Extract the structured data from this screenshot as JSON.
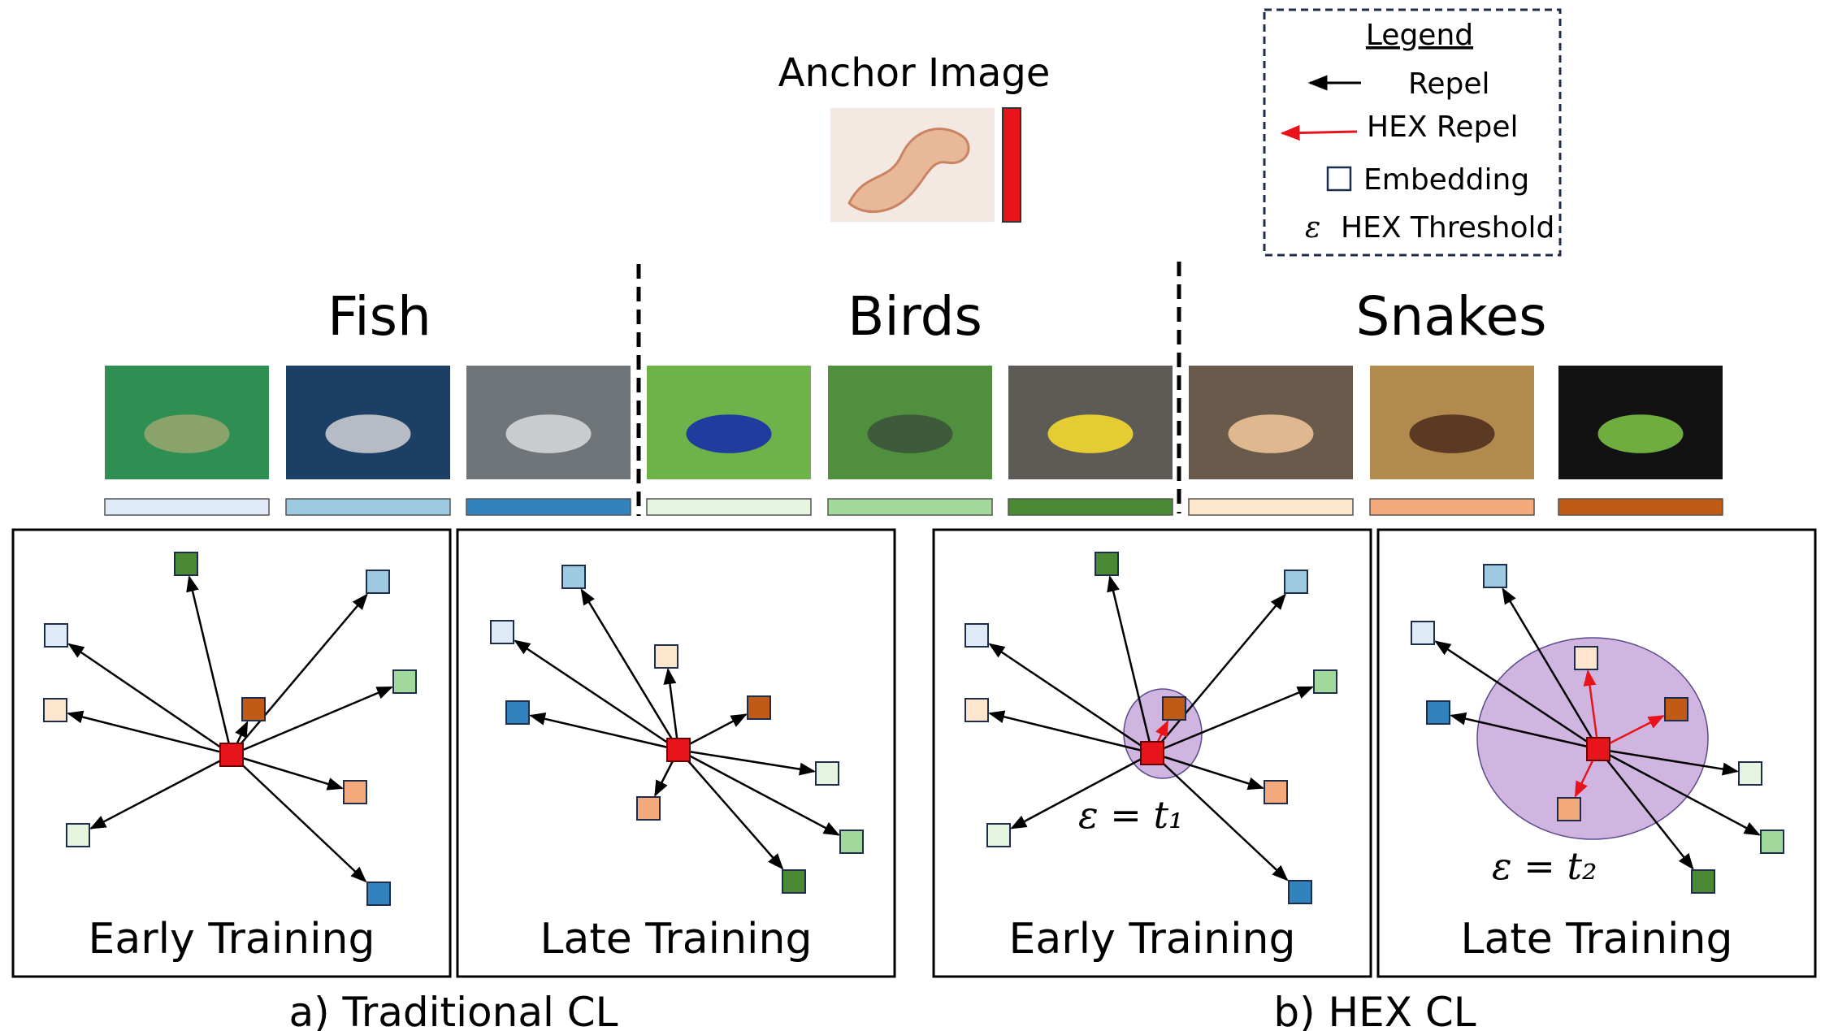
{
  "anchor": {
    "label": "Anchor Image",
    "thumb_colors": [
      "#f3e9e2",
      "#e8b898",
      "#c98463"
    ],
    "bar_color": "#e8141c"
  },
  "legend": {
    "title": "Legend",
    "repel": "Repel",
    "hex_repel": "HEX Repel",
    "embedding": "Embedding",
    "epsilon_symbol": "ε",
    "hex_threshold": "HEX Threshold"
  },
  "classes": [
    {
      "name": "Fish",
      "images": [
        {
          "bg": "#2f8f52",
          "fg": "#8aa36a"
        },
        {
          "bg": "#1c3f66",
          "fg": "#b7bcc4"
        },
        {
          "bg": "#6f7478",
          "fg": "#c9ccce"
        }
      ],
      "colors": [
        "#deebf7",
        "#9ecae1",
        "#3182bd"
      ]
    },
    {
      "name": "Birds",
      "images": [
        {
          "bg": "#6db34a",
          "fg": "#1f3c9e"
        },
        {
          "bg": "#4f8f3e",
          "fg": "#3d5a3a"
        },
        {
          "bg": "#5e5a55",
          "fg": "#e6cc33"
        }
      ],
      "colors": [
        "#e5f5e0",
        "#a1d99b",
        "#4a8a34"
      ]
    },
    {
      "name": "Snakes",
      "images": [
        {
          "bg": "#6a5a4c",
          "fg": "#e0b890"
        },
        {
          "bg": "#b38a4e",
          "fg": "#5a3a22"
        },
        {
          "bg": "#121212",
          "fg": "#6fae3e"
        }
      ],
      "colors": [
        "#fee6ce",
        "#f4a97c",
        "#c05a14"
      ]
    }
  ],
  "panels": [
    {
      "caption": "Early Training"
    },
    {
      "caption": "Late Training"
    },
    {
      "caption": "Early Training",
      "threshold": "ε = t₁"
    },
    {
      "caption": "Late Training",
      "threshold": "ε = t₂"
    }
  ],
  "group_labels": [
    "a) Traditional CL",
    "b) HEX CL"
  ],
  "colors": {
    "anchor": "#e8141c",
    "repel": "#000000",
    "hex_repel": "#e8141c",
    "threshold_fill": "#c8a8dc"
  }
}
